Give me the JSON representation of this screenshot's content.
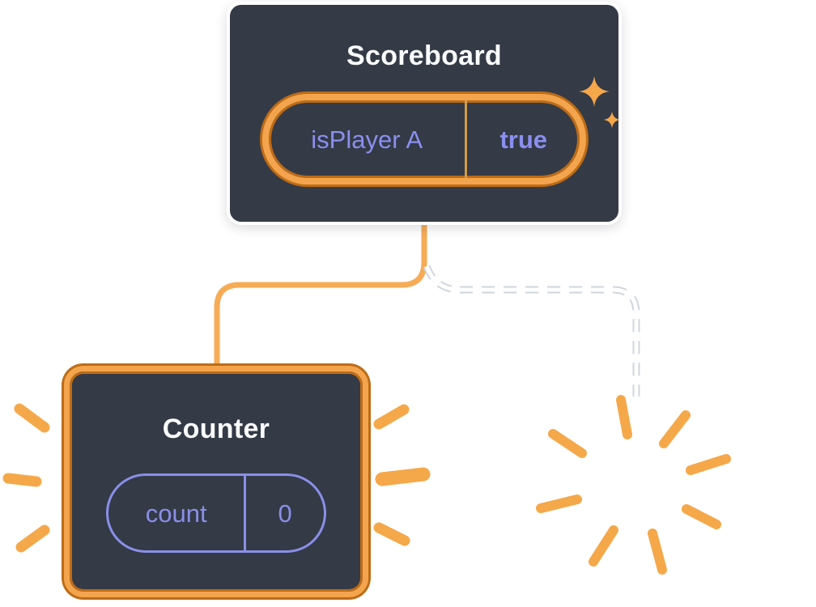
{
  "scoreboard": {
    "title": "Scoreboard",
    "state": {
      "key": "isPlayer A",
      "value": "true"
    }
  },
  "counter": {
    "title": "Counter",
    "state": {
      "key": "count",
      "value": "0"
    }
  },
  "icons": {
    "sparkles": "sparkle-icon (4-point stars, orange)",
    "poof": "poof-burst-icon (radiating orange strokes, removed component)",
    "emphasis": "emphasis-burst-icon (orange strokes flanking highlighted Counter)"
  },
  "colors": {
    "panel_background": "#343a46",
    "panel_border_white": "#ffffff",
    "highlight_orange": "#f3a44c",
    "highlight_orange_dark": "#bd6c17",
    "connector_orange": "#f6ab55",
    "state_text_purple": "#8a8ff0",
    "counter_pill_purple": "#8a8fe8",
    "dashed_connector": "#ffffff"
  }
}
